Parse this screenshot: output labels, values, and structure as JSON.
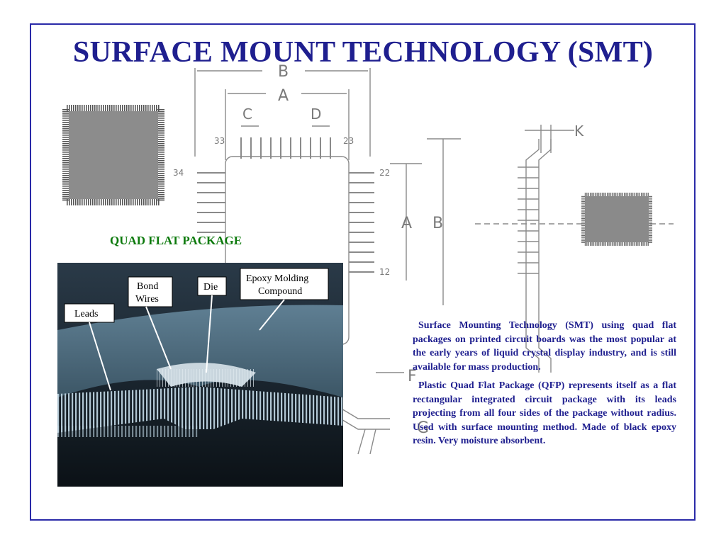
{
  "slide": {
    "title": "SURFACE MOUNT TECHNOLOGY (SMT)",
    "subtitle_label": "QUAD FLAT PACKAGE",
    "paragraphs": [
      "Surface Mounting Technology (SMT) using quad flat packages on printed circuit boards was the most popular at the early years of liquid crystal display industry, and is still available for mass production.",
      "Plastic Quad Flat Package (QFP) represents itself as a flat rectangular integrated circuit package with its leads projecting from all four sides of the package without radius. Used with surface mounting method. Made of black epoxy resin. Very moisture absorbent."
    ],
    "colors": {
      "border": "#2a2aa8",
      "title": "#1f1f8f",
      "label": "#0d7a0d",
      "body": "#1f1f8f"
    }
  },
  "drawing": {
    "dimension_labels": {
      "b_top": "B",
      "a_top": "A",
      "c": "C",
      "d": "D",
      "k": "K",
      "a_side": "A",
      "b_side": "B",
      "f": "F",
      "g": "G"
    },
    "pin_numbers": {
      "p33": "33",
      "p23": "23",
      "p34": "34",
      "p22": "22",
      "p12": "12"
    }
  },
  "photo": {
    "callouts": {
      "bond": "Bond",
      "wires": "Wires",
      "die": "Die",
      "epoxy_1": "Epoxy Molding",
      "epoxy_2": "Compound",
      "leads": "Leads"
    }
  }
}
